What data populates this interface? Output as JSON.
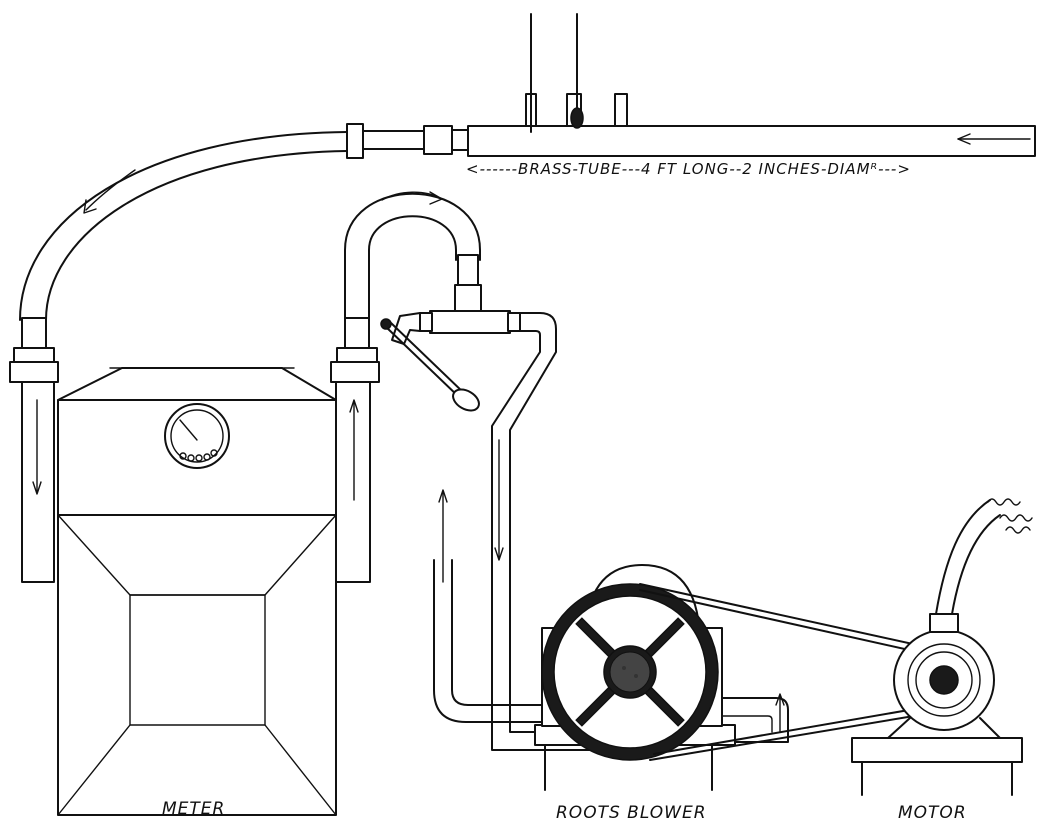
{
  "labels": {
    "brass_tube": "<------BRASS-TUBE---4 FT LONG--2 INCHES-DIAMᴿ--->",
    "meter": "METER",
    "roots_blower": "ROOTS BLOWER",
    "motor": "MOTOR"
  }
}
